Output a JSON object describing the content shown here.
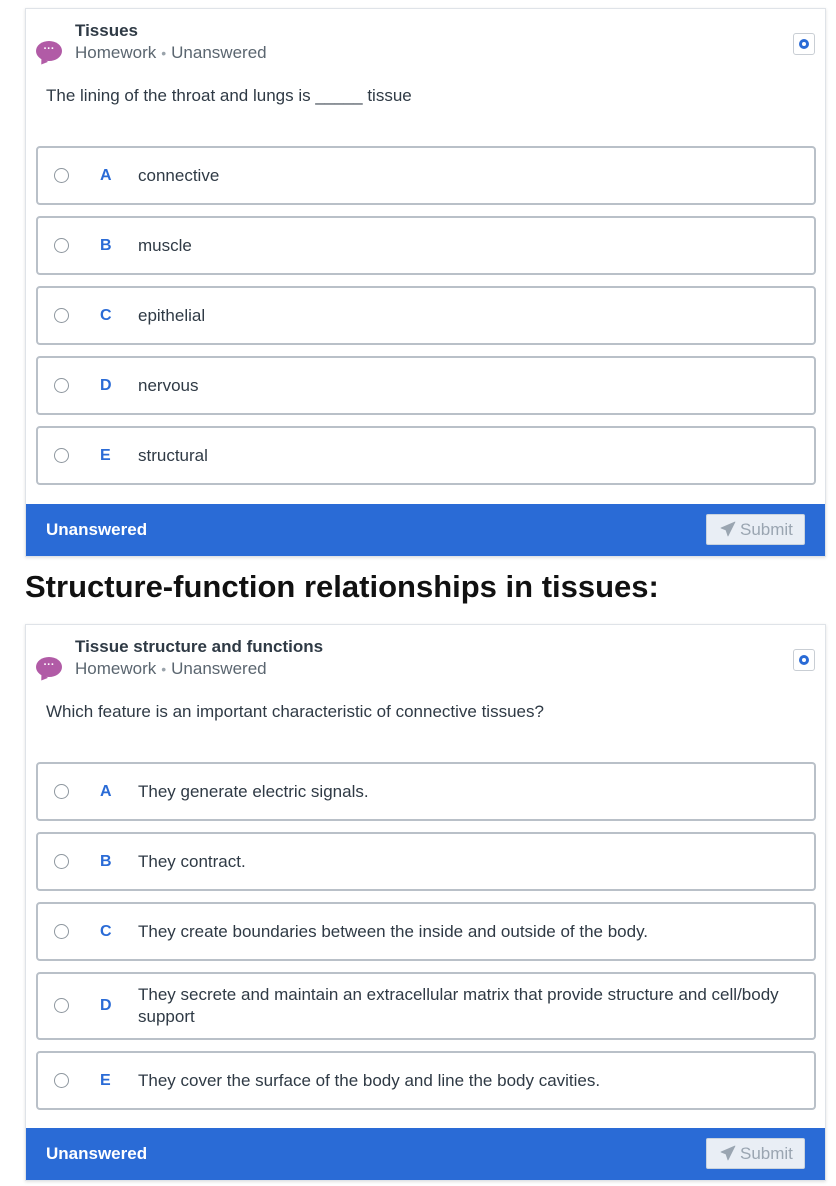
{
  "questions": [
    {
      "title": "Tissues",
      "meta_type": "Homework",
      "meta_status": "Unanswered",
      "prompt": "The lining of the throat and lungs is _____ tissue",
      "options": [
        {
          "letter": "A",
          "text": "connective"
        },
        {
          "letter": "B",
          "text": "muscle"
        },
        {
          "letter": "C",
          "text": "epithelial"
        },
        {
          "letter": "D",
          "text": "nervous"
        },
        {
          "letter": "E",
          "text": "structural"
        }
      ],
      "footer_status": "Unanswered",
      "submit_label": "Submit"
    },
    {
      "title": "Tissue structure and functions",
      "meta_type": "Homework",
      "meta_status": "Unanswered",
      "prompt": "Which feature is an important characteristic of connective tissues?",
      "options": [
        {
          "letter": "A",
          "text": "They generate electric signals."
        },
        {
          "letter": "B",
          "text": "They contract."
        },
        {
          "letter": "C",
          "text": "They create boundaries between the inside and outside of the body."
        },
        {
          "letter": "D",
          "text": "They secrete and maintain an extracellular matrix that provide structure and cell/body support"
        },
        {
          "letter": "E",
          "text": "They cover the surface of the body and line the body cavities."
        }
      ],
      "footer_status": "Unanswered",
      "submit_label": "Submit"
    }
  ],
  "section_heading": "Structure-function relationships in tissues:",
  "icons": {
    "avatar": "chat-bubble-icon",
    "bookmark": "bookmark-icon",
    "submit": "paper-plane-icon"
  },
  "colors": {
    "accent": "#2a6bd6",
    "avatar": "#b15ba6"
  }
}
